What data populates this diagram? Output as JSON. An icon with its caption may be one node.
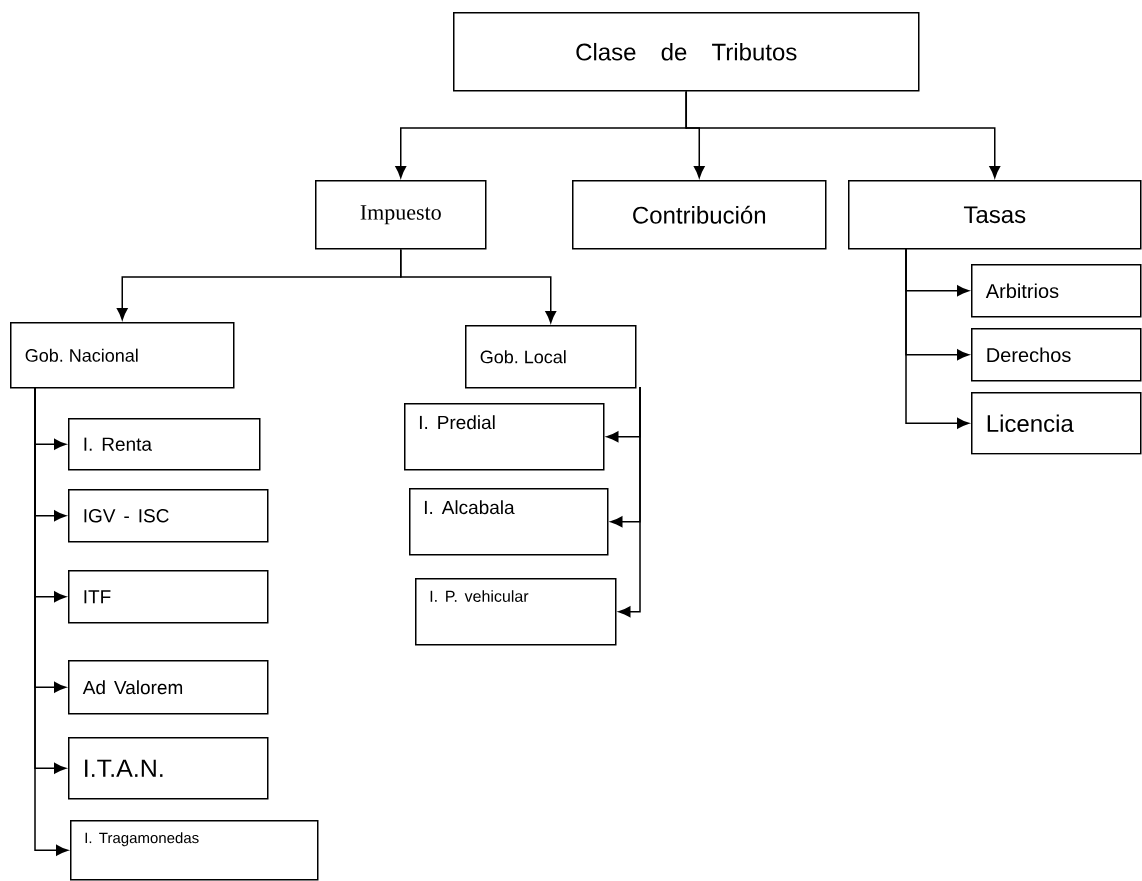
{
  "diagram": {
    "nodes": [
      {
        "text": [
          "Clase de Tributos"
        ]
      },
      {
        "text": [
          "Impuesto"
        ]
      },
      {
        "text": [
          "Contribución"
        ]
      },
      {
        "text": [
          "Tasas"
        ]
      },
      {
        "text": [
          "Gob. Nacional"
        ]
      },
      {
        "text": [
          "Gob. Local"
        ]
      },
      {
        "text": [
          "I. Renta"
        ]
      },
      {
        "text": [
          "IGV - ISC"
        ]
      },
      {
        "text": [
          "ITF"
        ]
      },
      {
        "text": [
          "Ad Valorem"
        ]
      },
      {
        "text": [
          "I.T.A.N."
        ]
      },
      {
        "text": [
          "I.  Tragamonedas"
        ]
      },
      {
        "text": [
          "I. Predial"
        ]
      },
      {
        "text": [
          "I. Alcabala"
        ]
      },
      {
        "text": [
          "I. P. vehicular"
        ]
      },
      {
        "text": [
          "Arbitrios"
        ]
      },
      {
        "text": [
          "Derechos"
        ]
      },
      {
        "text": [
          "Licencia"
        ]
      }
    ],
    "edges": [
      {
        "from": 0,
        "to": 1,
        "arrow": "to"
      },
      {
        "from": 0,
        "to": 2,
        "arrow": "to"
      },
      {
        "from": 0,
        "to": 3,
        "arrow": "to"
      },
      {
        "from": 1,
        "to": 4,
        "arrow": "to"
      },
      {
        "from": 1,
        "to": 5,
        "arrow": "to"
      },
      {
        "from": 4,
        "to": 6,
        "arrow": "to"
      },
      {
        "from": 4,
        "to": 7,
        "arrow": "to"
      },
      {
        "from": 4,
        "to": 8,
        "arrow": "to"
      },
      {
        "from": 4,
        "to": 9,
        "arrow": "to"
      },
      {
        "from": 4,
        "to": 10,
        "arrow": "to"
      },
      {
        "from": 4,
        "to": 11,
        "arrow": "to"
      },
      {
        "from": 5,
        "to": 12,
        "arrow": "to"
      },
      {
        "from": 5,
        "to": 13,
        "arrow": "to"
      },
      {
        "from": 5,
        "to": 14,
        "arrow": "to"
      },
      {
        "from": 3,
        "to": 15,
        "arrow": "to"
      },
      {
        "from": 3,
        "to": 16,
        "arrow": "to"
      },
      {
        "from": 3,
        "to": 17,
        "arrow": "to"
      }
    ]
  }
}
